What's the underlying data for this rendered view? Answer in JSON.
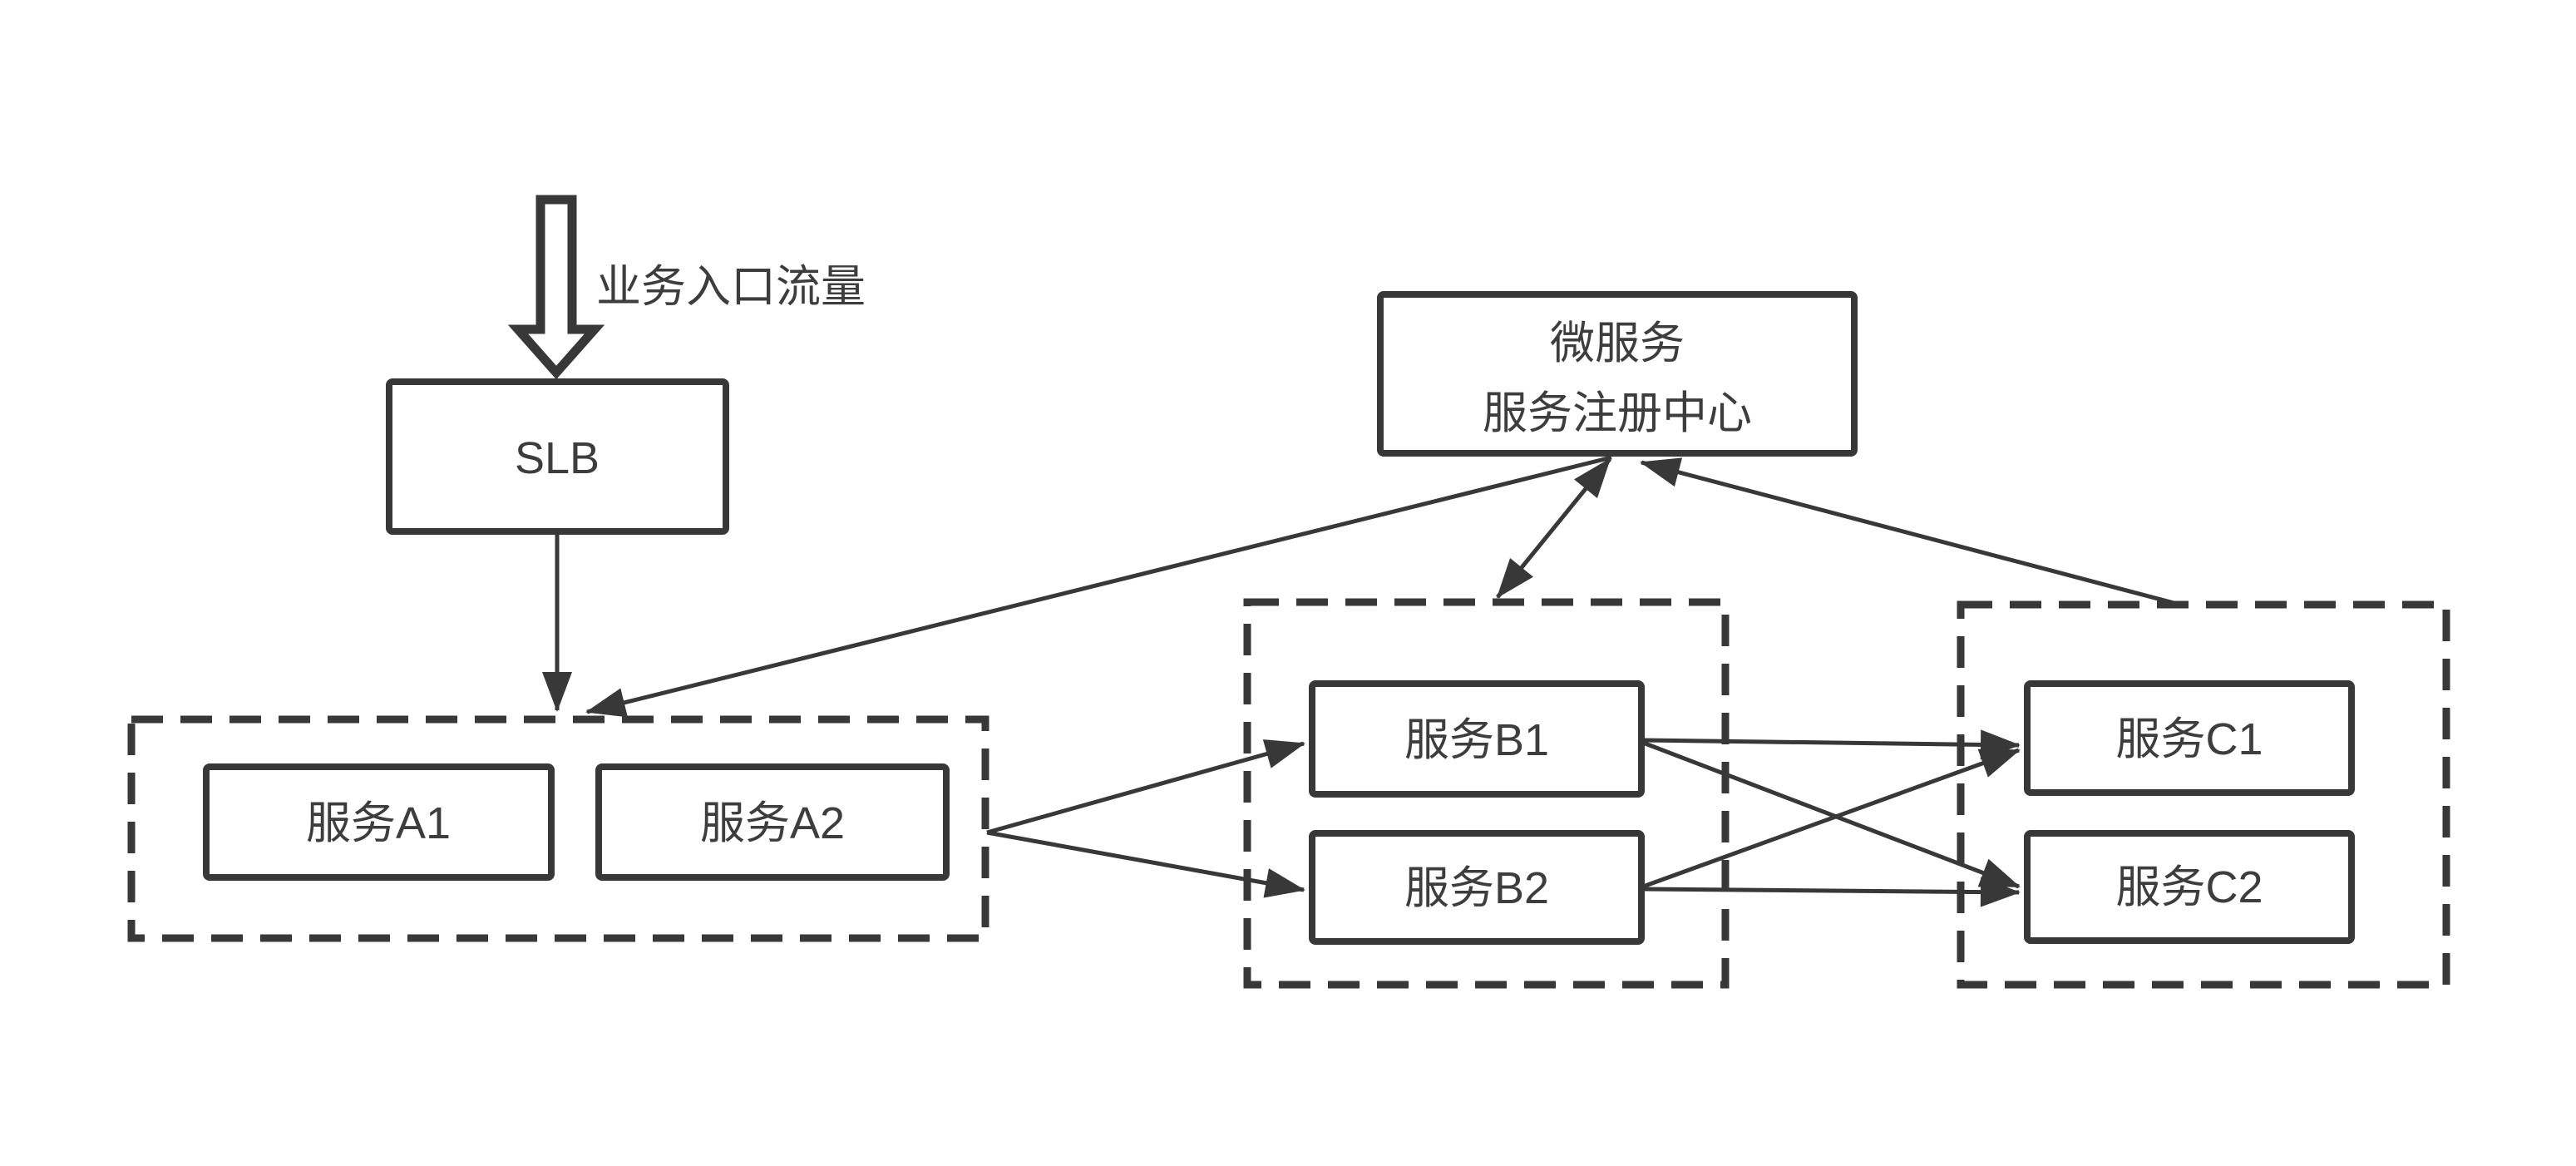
{
  "diagram": {
    "colors": {
      "background": "#ffffff",
      "stroke": "#383838",
      "text": "#3d3d3d"
    },
    "entry": {
      "label": "业务入口流量"
    },
    "nodes": {
      "slb": {
        "label": "SLB"
      },
      "registry": {
        "line1": "微服务",
        "line2": "服务注册中心"
      },
      "a1": {
        "label": "服务A1"
      },
      "a2": {
        "label": "服务A2"
      },
      "b1": {
        "label": "服务B1"
      },
      "b2": {
        "label": "服务B2"
      },
      "c1": {
        "label": "服务C1"
      },
      "c2": {
        "label": "服务C2"
      }
    },
    "edges": [
      {
        "from": "entry-traffic",
        "to": "slb",
        "type": "hollow-block-arrow"
      },
      {
        "from": "slb",
        "to": "cluster-a",
        "type": "arrow"
      },
      {
        "from": "registry",
        "to": "cluster-a",
        "type": "arrow"
      },
      {
        "from": "registry",
        "to": "cluster-b",
        "type": "double-arrow"
      },
      {
        "from": "cluster-c",
        "to": "registry",
        "type": "arrow"
      },
      {
        "from": "cluster-a",
        "to": "service-b1",
        "type": "arrow"
      },
      {
        "from": "cluster-a",
        "to": "service-b2",
        "type": "arrow"
      },
      {
        "from": "service-b1",
        "to": "service-c1",
        "type": "arrow"
      },
      {
        "from": "service-b1",
        "to": "service-c2",
        "type": "arrow"
      },
      {
        "from": "service-b2",
        "to": "service-c1",
        "type": "arrow"
      },
      {
        "from": "service-b2",
        "to": "service-c2",
        "type": "arrow"
      }
    ]
  }
}
